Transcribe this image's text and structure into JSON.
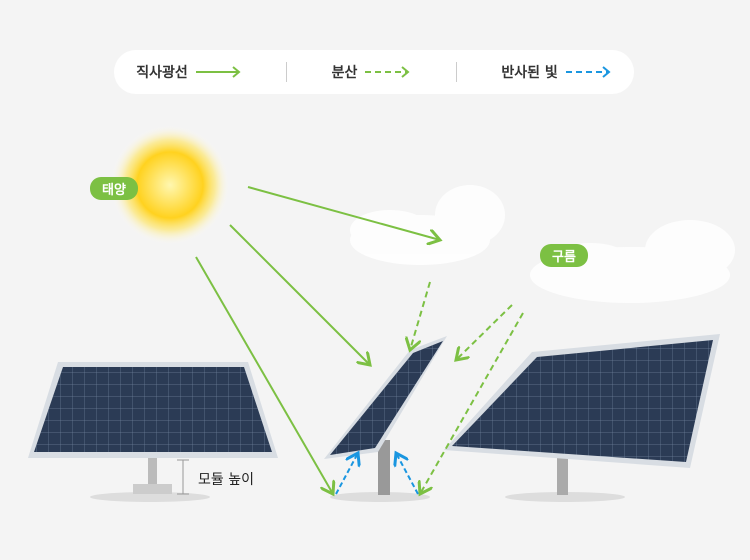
{
  "legend": {
    "direct": "직사광선",
    "diffuse": "분산",
    "reflected": "반사된 빛"
  },
  "labels": {
    "sun": "태양",
    "cloud": "구름",
    "module_height": "모듈 높이"
  },
  "colors": {
    "green": "#7cc043",
    "blue": "#1a96e0",
    "panel": "#2a3a52"
  }
}
